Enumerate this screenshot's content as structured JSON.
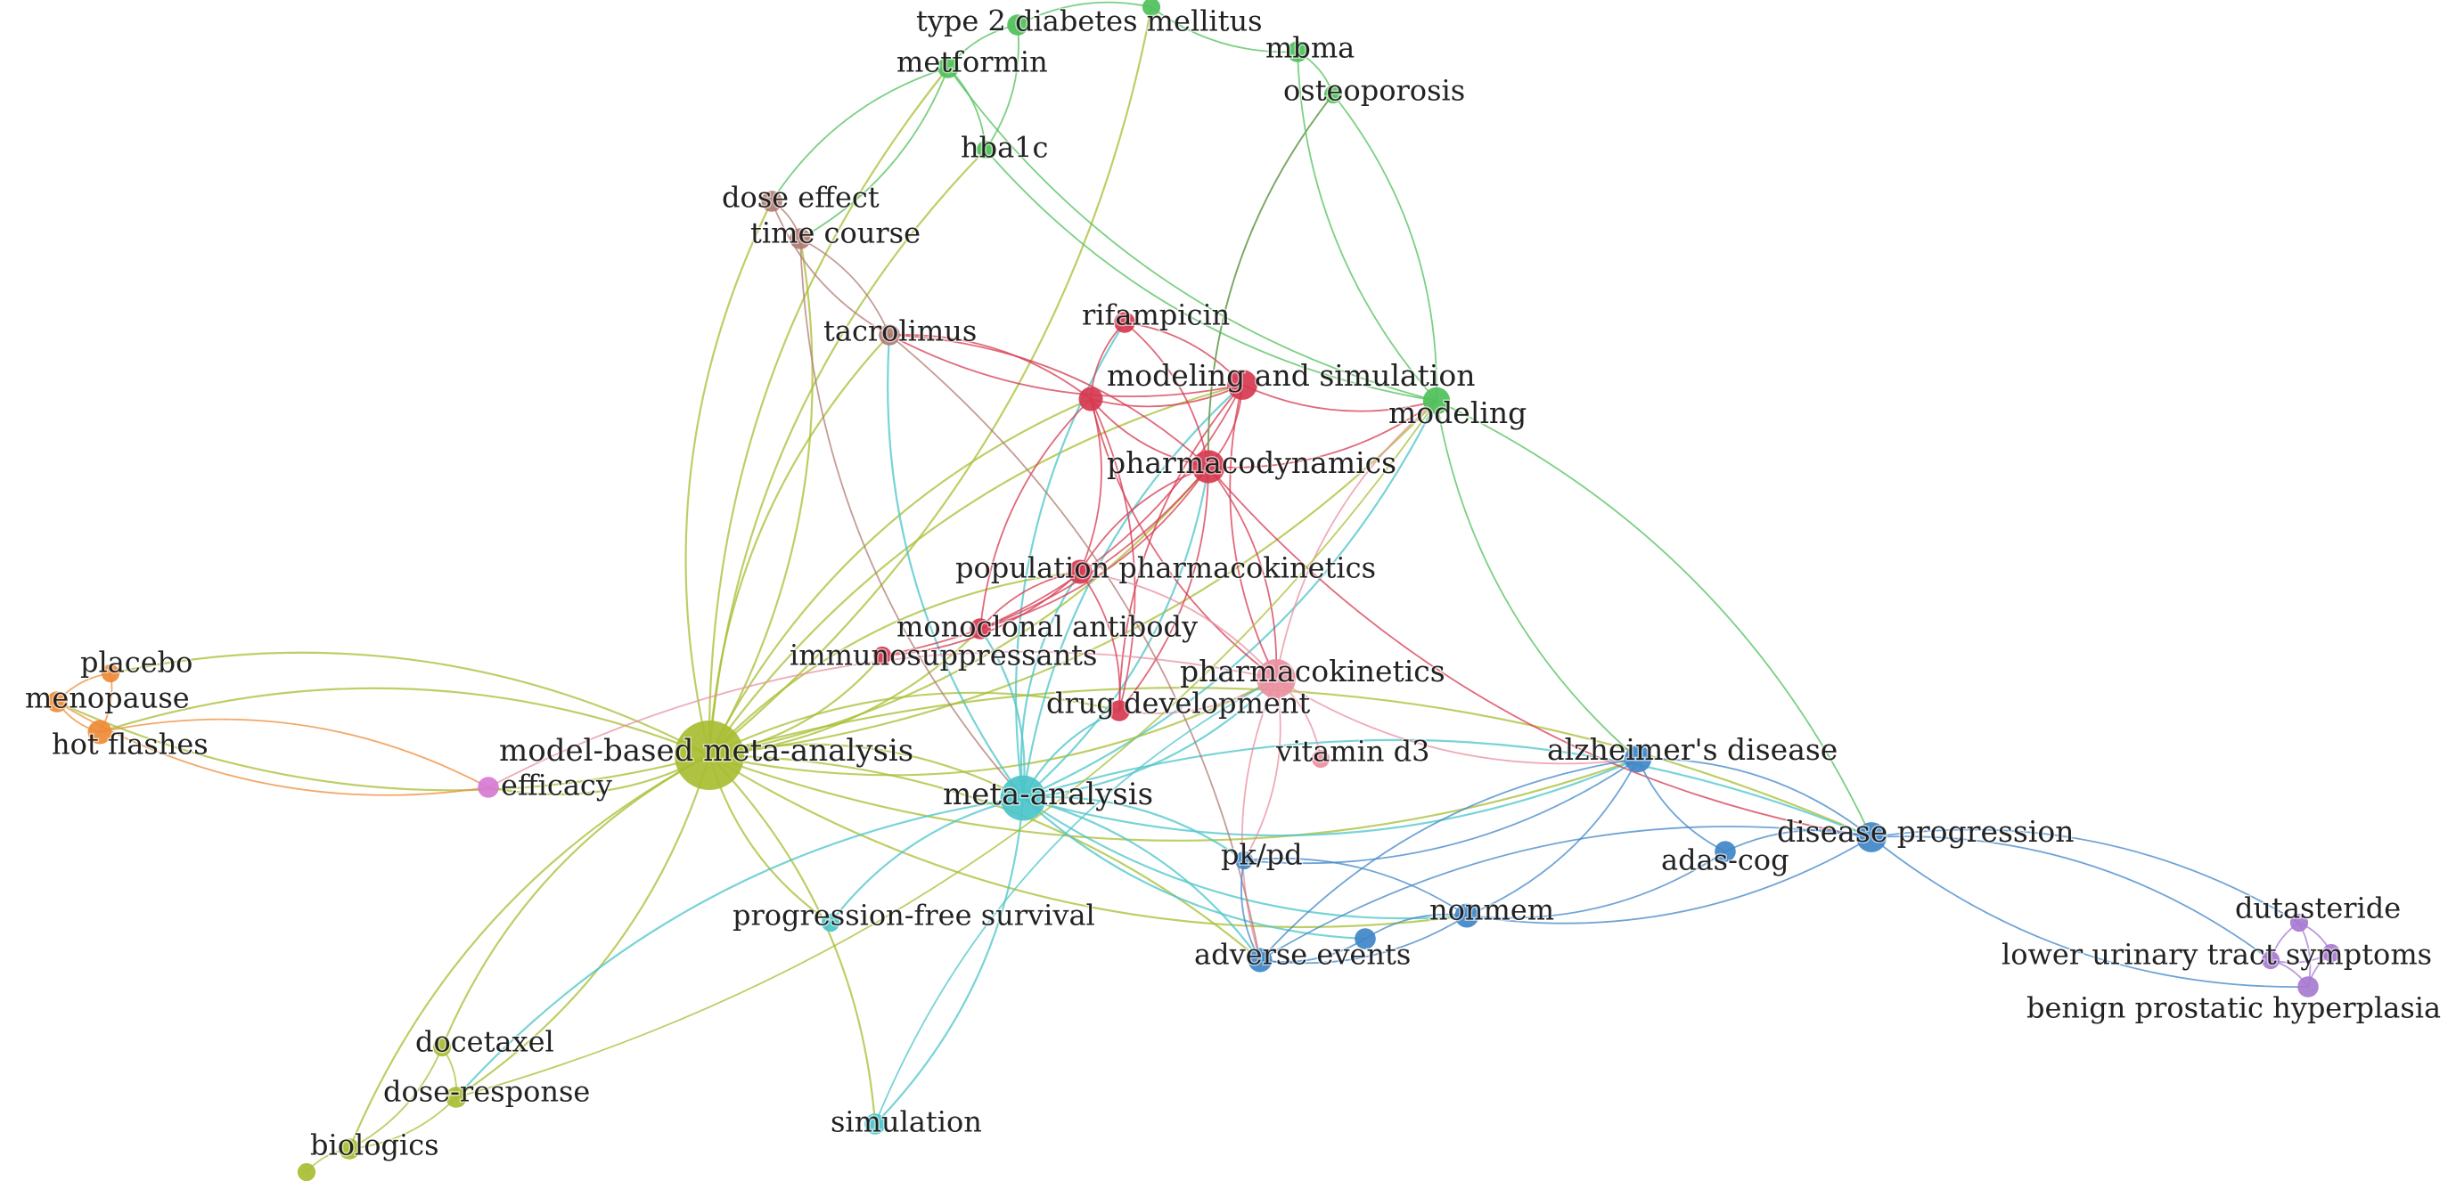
{
  "clusters": {
    "red": "#d6384f",
    "green": "#4fc05a",
    "blue": "#3f86c8",
    "yellowgreen": "#a8bd32",
    "orange": "#ee8a35",
    "cyan": "#4bc4c9",
    "purple": "#a77ad0",
    "brown": "#b07b72",
    "pink": "#ea8fa0",
    "magenta": "#d77ad4"
  },
  "nodes": [
    {
      "id": "mbma",
      "label": "model-based meta-analysis",
      "cluster": "yellowgreen",
      "weight": 10
    },
    {
      "id": "meta",
      "label": "meta-analysis",
      "cluster": "cyan",
      "weight": 6
    },
    {
      "id": "pd",
      "label": "pharmacodynamics",
      "cluster": "red",
      "weight": 4
    },
    {
      "id": "mas",
      "label": "modeling and simulation",
      "cluster": "red",
      "weight": 3.5
    },
    {
      "id": "pk",
      "label": "pharmacokinetics",
      "cluster": "pink",
      "weight": 5
    },
    {
      "id": "rif",
      "label": "rifampicin",
      "cluster": "red",
      "weight": 2
    },
    {
      "id": "ppk",
      "label": "population pharmacokinetics",
      "cluster": "red",
      "weight": 2.5
    },
    {
      "id": "mab",
      "label": "monoclonal antibody",
      "cluster": "red",
      "weight": 2
    },
    {
      "id": "immuno",
      "label": "immunosuppressants",
      "cluster": "red",
      "weight": 1.5
    },
    {
      "id": "drugdev",
      "label": "drug development",
      "cluster": "red",
      "weight": 2
    },
    {
      "id": "vitd3",
      "label": "vitamin d3",
      "cluster": "pink",
      "weight": 1.5
    },
    {
      "id": "redhub",
      "label": "",
      "cluster": "red",
      "weight": 2.5
    },
    {
      "id": "t2dm",
      "label": "type 2 diabetes mellitus",
      "cluster": "green",
      "weight": 2
    },
    {
      "id": "t2dm2",
      "label": "",
      "cluster": "green",
      "weight": 1.5
    },
    {
      "id": "metformin",
      "label": "metformin",
      "cluster": "green",
      "weight": 2
    },
    {
      "id": "hba1c",
      "label": "hba1c",
      "cluster": "green",
      "weight": 1.5
    },
    {
      "id": "mbma2",
      "label": "mbma",
      "cluster": "green",
      "weight": 2
    },
    {
      "id": "osteo",
      "label": "osteoporosis",
      "cluster": "green",
      "weight": 1.5
    },
    {
      "id": "modeling",
      "label": "modeling",
      "cluster": "green",
      "weight": 3
    },
    {
      "id": "doseeff",
      "label": "dose effect",
      "cluster": "brown",
      "weight": 2
    },
    {
      "id": "timecourse",
      "label": "time course",
      "cluster": "brown",
      "weight": 2
    },
    {
      "id": "tacro",
      "label": "tacrolimus",
      "cluster": "brown",
      "weight": 2
    },
    {
      "id": "placebo",
      "label": "placebo",
      "cluster": "orange",
      "weight": 1.5
    },
    {
      "id": "menopause",
      "label": "menopause",
      "cluster": "orange",
      "weight": 2
    },
    {
      "id": "hotflash",
      "label": "hot flashes",
      "cluster": "orange",
      "weight": 2.5
    },
    {
      "id": "efficacy",
      "label": "efficacy",
      "cluster": "magenta",
      "weight": 2
    },
    {
      "id": "ad",
      "label": "alzheimer's disease",
      "cluster": "blue",
      "weight": 3
    },
    {
      "id": "dp",
      "label": "disease progression",
      "cluster": "blue",
      "weight": 3.5
    },
    {
      "id": "adascog",
      "label": "adas-cog",
      "cluster": "blue",
      "weight": 2
    },
    {
      "id": "pkpd",
      "label": "pk/pd",
      "cluster": "blue",
      "weight": 1.5
    },
    {
      "id": "nonmem",
      "label": "nonmem",
      "cluster": "blue",
      "weight": 2.5
    },
    {
      "id": "ae",
      "label": "adverse events",
      "cluster": "blue",
      "weight": 2.5
    },
    {
      "id": "aedot",
      "label": "",
      "cluster": "blue",
      "weight": 2
    },
    {
      "id": "pfs",
      "label": "progression-free survival",
      "cluster": "cyan",
      "weight": 1.5
    },
    {
      "id": "sim",
      "label": "simulation",
      "cluster": "cyan",
      "weight": 2
    },
    {
      "id": "docetaxel",
      "label": "docetaxel",
      "cluster": "yellowgreen",
      "weight": 1.5
    },
    {
      "id": "doseresp",
      "label": "dose-response",
      "cluster": "yellowgreen",
      "weight": 2
    },
    {
      "id": "biologics",
      "label": "biologics",
      "cluster": "yellowgreen",
      "weight": 2
    },
    {
      "id": "biodot",
      "label": "",
      "cluster": "yellowgreen",
      "weight": 1.5
    },
    {
      "id": "dutas",
      "label": "dutasteride",
      "cluster": "purple",
      "weight": 1.5
    },
    {
      "id": "luts",
      "label": "lower urinary tract symptoms",
      "cluster": "purple",
      "weight": 1.5
    },
    {
      "id": "luts2",
      "label": "",
      "cluster": "purple",
      "weight": 1.5
    },
    {
      "id": "bph",
      "label": "benign prostatic hyperplasia",
      "cluster": "purple",
      "weight": 2
    }
  ],
  "links": [
    [
      "mbma",
      "meta"
    ],
    [
      "mbma",
      "pd"
    ],
    [
      "mbma",
      "mas"
    ],
    [
      "mbma",
      "pk"
    ],
    [
      "mbma",
      "ppk"
    ],
    [
      "mbma",
      "mab"
    ],
    [
      "mbma",
      "metformin"
    ],
    [
      "mbma",
      "t2dm2"
    ],
    [
      "mbma",
      "hba1c"
    ],
    [
      "mbma",
      "modeling"
    ],
    [
      "mbma",
      "doseeff"
    ],
    [
      "mbma",
      "timecourse"
    ],
    [
      "mbma",
      "tacro"
    ],
    [
      "mbma",
      "placebo"
    ],
    [
      "mbma",
      "menopause"
    ],
    [
      "mbma",
      "hotflash"
    ],
    [
      "mbma",
      "efficacy"
    ],
    [
      "mbma",
      "ad"
    ],
    [
      "mbma",
      "dp"
    ],
    [
      "mbma",
      "nonmem"
    ],
    [
      "mbma",
      "ae"
    ],
    [
      "mbma",
      "pfs"
    ],
    [
      "mbma",
      "sim"
    ],
    [
      "mbma",
      "docetaxel"
    ],
    [
      "mbma",
      "doseresp"
    ],
    [
      "mbma",
      "biologics"
    ],
    [
      "mbma",
      "drugdev"
    ],
    [
      "mbma",
      "immuno"
    ],
    [
      "mbma",
      "redhub"
    ],
    [
      "meta",
      "pd"
    ],
    [
      "meta",
      "mas"
    ],
    [
      "meta",
      "pk"
    ],
    [
      "meta",
      "ppk"
    ],
    [
      "meta",
      "mab"
    ],
    [
      "meta",
      "drugdev"
    ],
    [
      "meta",
      "ad"
    ],
    [
      "meta",
      "dp"
    ],
    [
      "meta",
      "nonmem"
    ],
    [
      "meta",
      "ae"
    ],
    [
      "meta",
      "aedot"
    ],
    [
      "meta",
      "pkpd"
    ],
    [
      "meta",
      "pfs"
    ],
    [
      "meta",
      "sim"
    ],
    [
      "meta",
      "doseresp"
    ],
    [
      "meta",
      "tacro"
    ],
    [
      "meta",
      "modeling"
    ],
    [
      "meta",
      "rif"
    ],
    [
      "pd",
      "mas"
    ],
    [
      "pd",
      "pk"
    ],
    [
      "pd",
      "ppk"
    ],
    [
      "pd",
      "mab"
    ],
    [
      "pd",
      "rif"
    ],
    [
      "pd",
      "redhub"
    ],
    [
      "pd",
      "modeling"
    ],
    [
      "pd",
      "drugdev"
    ],
    [
      "pd",
      "tacro"
    ],
    [
      "pd",
      "immuno"
    ],
    [
      "pd",
      "dp"
    ],
    [
      "pd",
      "osteo"
    ],
    [
      "mas",
      "rif"
    ],
    [
      "mas",
      "redhub"
    ],
    [
      "mas",
      "pk"
    ],
    [
      "mas",
      "tacro"
    ],
    [
      "mas",
      "modeling"
    ],
    [
      "mas",
      "mab"
    ],
    [
      "mas",
      "drugdev"
    ],
    [
      "redhub",
      "rif"
    ],
    [
      "redhub",
      "pk"
    ],
    [
      "redhub",
      "drugdev"
    ],
    [
      "redhub",
      "tacro"
    ],
    [
      "redhub",
      "ppk"
    ],
    [
      "redhub",
      "mab"
    ],
    [
      "pk",
      "vitd3"
    ],
    [
      "pk",
      "ppk"
    ],
    [
      "pk",
      "drugdev"
    ],
    [
      "pk",
      "ad"
    ],
    [
      "pk",
      "modeling"
    ],
    [
      "pk",
      "efficacy"
    ],
    [
      "pk",
      "pkpd"
    ],
    [
      "pk",
      "ae"
    ],
    [
      "ppk",
      "drugdev"
    ],
    [
      "ppk",
      "mab"
    ],
    [
      "ppk",
      "immuno"
    ],
    [
      "t2dm",
      "metformin"
    ],
    [
      "t2dm",
      "t2dm2"
    ],
    [
      "t2dm2",
      "mbma2"
    ],
    [
      "mbma2",
      "osteo"
    ],
    [
      "mbma2",
      "modeling"
    ],
    [
      "osteo",
      "modeling"
    ],
    [
      "osteo",
      "pd"
    ],
    [
      "metformin",
      "hba1c"
    ],
    [
      "metformin",
      "doseeff"
    ],
    [
      "metformin",
      "timecourse"
    ],
    [
      "metformin",
      "modeling"
    ],
    [
      "t2dm",
      "hba1c"
    ],
    [
      "hba1c",
      "modeling"
    ],
    [
      "doseeff",
      "timecourse"
    ],
    [
      "doseeff",
      "tacro"
    ],
    [
      "timecourse",
      "tacro"
    ],
    [
      "timecourse",
      "meta"
    ],
    [
      "tacro",
      "ae"
    ],
    [
      "placebo",
      "menopause"
    ],
    [
      "placebo",
      "hotflash"
    ],
    [
      "menopause",
      "hotflash"
    ],
    [
      "hotflash",
      "efficacy"
    ],
    [
      "menopause",
      "efficacy"
    ],
    [
      "ad",
      "dp"
    ],
    [
      "ad",
      "adascog"
    ],
    [
      "ad",
      "nonmem"
    ],
    [
      "ad",
      "ae"
    ],
    [
      "ad",
      "pkpd"
    ],
    [
      "dp",
      "adascog"
    ],
    [
      "dp",
      "nonmem"
    ],
    [
      "dp",
      "ae"
    ],
    [
      "dp",
      "luts"
    ],
    [
      "dp",
      "bph"
    ],
    [
      "dp",
      "dutas"
    ],
    [
      "nonmem",
      "pkpd"
    ],
    [
      "nonmem",
      "ae"
    ],
    [
      "nonmem",
      "aedot"
    ],
    [
      "adascog",
      "nonmem"
    ],
    [
      "modeling",
      "ad"
    ],
    [
      "modeling",
      "dp"
    ],
    [
      "pkpd",
      "ae"
    ],
    [
      "aedot",
      "ae"
    ],
    [
      "doseresp",
      "docetaxel"
    ],
    [
      "doseresp",
      "biologics"
    ],
    [
      "biologics",
      "biodot"
    ],
    [
      "docetaxel",
      "biologics"
    ],
    [
      "doseresp",
      "modeling"
    ],
    [
      "sim",
      "pk"
    ],
    [
      "dutas",
      "luts"
    ],
    [
      "dutas",
      "luts2"
    ],
    [
      "luts",
      "luts2"
    ],
    [
      "luts",
      "bph"
    ],
    [
      "luts2",
      "bph"
    ],
    [
      "dutas",
      "bph"
    ]
  ]
}
